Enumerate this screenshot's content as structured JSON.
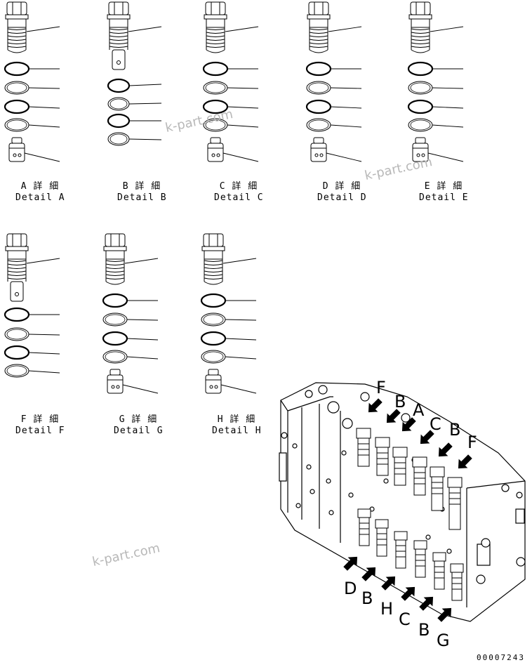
{
  "details": [
    {
      "jp": "A 詳 細",
      "en": "Detail A"
    },
    {
      "jp": "B 詳 細",
      "en": "Detail B"
    },
    {
      "jp": "C 詳 細",
      "en": "Detail C"
    },
    {
      "jp": "D 詳 細",
      "en": "Detail D"
    },
    {
      "jp": "E 詳 細",
      "en": "Detail E"
    },
    {
      "jp": "F 詳 細",
      "en": "Detail F"
    },
    {
      "jp": "G 詳 細",
      "en": "Detail G"
    },
    {
      "jp": "H 詳 細",
      "en": "Detail H"
    }
  ],
  "watermark": "k-part.com",
  "callouts": {
    "top": [
      "F",
      "B",
      "A",
      "C",
      "B",
      "F"
    ],
    "bottom": [
      "D",
      "B",
      "H",
      "C",
      "B",
      "G"
    ]
  },
  "footer_code": "00007243"
}
